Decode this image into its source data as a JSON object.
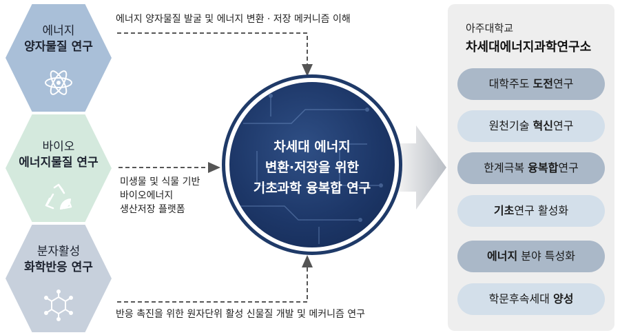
{
  "hexagons": [
    {
      "line1": "에너지",
      "line2": "양자물질 연구",
      "icon": "atom-icon"
    },
    {
      "line1": "바이오",
      "line2": "에너지물질 연구",
      "icon": "recycle-leaf-icon"
    },
    {
      "line1": "분자활성",
      "line2": "화학반응 연구",
      "icon": "molecule-icon"
    }
  ],
  "notes": {
    "top": "에너지 양자물질 발굴 및 에너지 변환 · 저장 메커니즘 이해",
    "middle": [
      "미생물 및 식물 기반",
      "바이오에너지",
      "생산저장 플랫폼"
    ],
    "bottom": "반응 촉진을 위한 원자단위 활성 신물질 개발 및 메커니즘 연구"
  },
  "center": [
    "차세대 에너지",
    "변환·저장을 위한",
    "기초과학 융복합 연구"
  ],
  "panel": {
    "subtitle": "아주대학교",
    "title": "차세대에너지과학연구소",
    "items": [
      {
        "pre": "대학주도 ",
        "bold": "도전",
        "post": "연구"
      },
      {
        "pre": "원천기술 ",
        "bold": "혁신",
        "post": "연구"
      },
      {
        "pre": "한계극복 ",
        "bold": "융복합",
        "post": "연구"
      },
      {
        "pre": "",
        "bold": "기초",
        "post": "연구 활성화"
      },
      {
        "pre": "",
        "bold": "에너지",
        "post": " 분야 특성화"
      },
      {
        "pre": "학문후속세대 ",
        "bold": "양성",
        "post": ""
      }
    ]
  },
  "colors": {
    "navy": "#1f3a68",
    "hex_blue": "#a9bfd8",
    "hex_green": "#d4e9dd",
    "hex_gray": "#c7d0dc"
  }
}
